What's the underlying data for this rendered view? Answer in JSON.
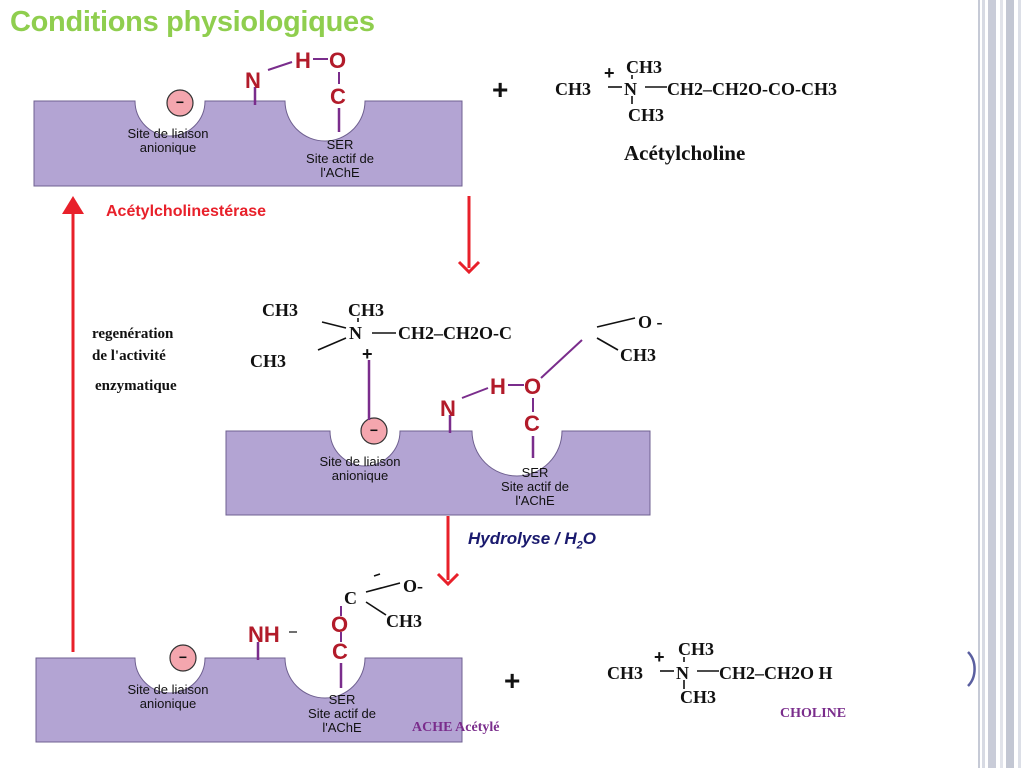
{
  "slide": {
    "title": "Conditions physiologiques"
  },
  "enzyme": {
    "anionic_site": [
      "Site de liaison",
      "anionique"
    ],
    "active_site": [
      "SER",
      "Site actif de",
      "l'AChE"
    ],
    "anion_sign": "−"
  },
  "atoms": {
    "N": "N",
    "H": "H",
    "O": "O",
    "C": "C",
    "NH": "NH"
  },
  "molecules": {
    "acetylcholine": {
      "top": "CH3",
      "left": "CH3",
      "N": "N",
      "chain": "CH2–CH2O-CO-CH3",
      "bottom": "CH3",
      "charge": "+",
      "name": "Acétylcholine"
    },
    "complex": {
      "top_left": "CH3",
      "top_right": "CH3",
      "N": "N",
      "chain": "CH2–CH2O-C",
      "O_minus": "O -",
      "CH3_right": "CH3",
      "bottom_left": "CH3",
      "charge": "+"
    },
    "acetyl_group": {
      "C": "C",
      "O_minus": "O-",
      "CH3": "CH3"
    },
    "choline": {
      "top": "CH3",
      "left": "CH3",
      "N": "N",
      "chain": "CH2–CH2O H",
      "bottom": "CH3",
      "charge": "+",
      "name": "CHOLINE"
    }
  },
  "labels": {
    "enzyme_name": "Acétylcholinestérase",
    "regen_1": "regenération",
    "regen_2": "de l'activité",
    "regen_3": "enzymatique",
    "hydrolysis": "Hydrolyse / H",
    "hydrolysis_sub": "2",
    "hydrolysis_end": "O",
    "acetylated": "ACHE Acétylé",
    "plus": "+"
  },
  "colors": {
    "title_green": "#8fce4e",
    "enzyme_fill": "#b3a4d3",
    "enzyme_stroke": "#6f6090",
    "atom_red": "#b21b2a",
    "arrow_red": "#e8202a",
    "bond_purple": "#7a2d8c",
    "anion_fill": "#f4a6ae"
  }
}
